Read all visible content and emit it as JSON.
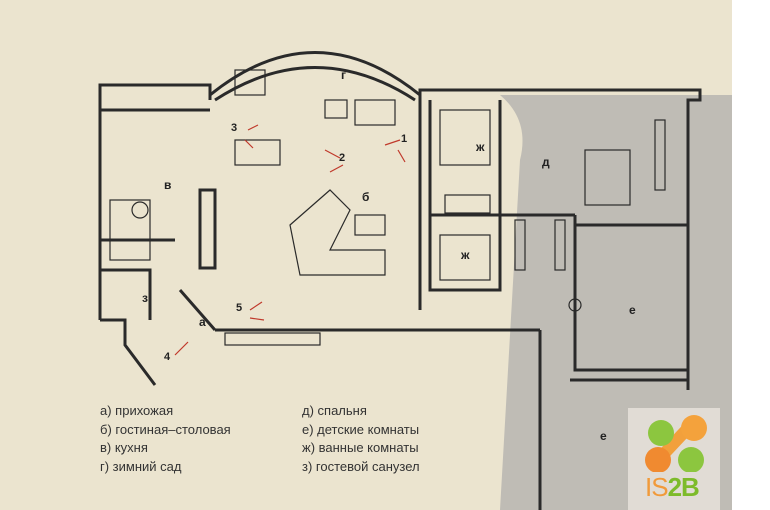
{
  "plan": {
    "rooms": {
      "a": "а",
      "b": "б",
      "v": "в",
      "g": "г",
      "d": "д",
      "e1": "е",
      "e2": "е",
      "zh1": "ж",
      "zh2": "ж",
      "z": "з"
    },
    "markers": [
      "1",
      "2",
      "3",
      "4",
      "5"
    ]
  },
  "legend": {
    "left": [
      "а) прихожая",
      "б) гостиная–столовая",
      "в) кухня",
      "г) зимний сад"
    ],
    "right": [
      "д) спальня",
      "е) детские  комнаты",
      "ж) ванные комнаты",
      "з) гостевой санузел"
    ]
  },
  "logo": {
    "text_a": "IS",
    "text_b": "2B"
  },
  "colors": {
    "paper": "#ebe4cf",
    "shadow": "#bfbcb5",
    "wall": "#2a2a2a",
    "marker": "#c0392b"
  }
}
